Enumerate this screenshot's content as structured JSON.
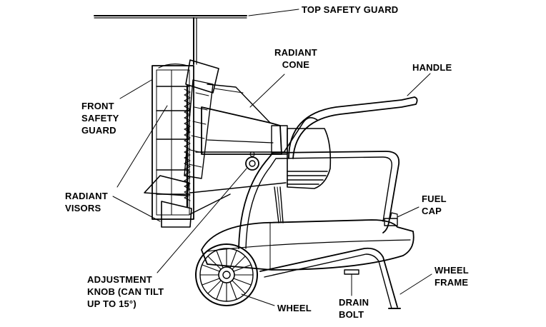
{
  "labels": {
    "top_safety_guard": "TOP SAFETY GUARD",
    "radiant_cone": [
      "RADIANT",
      "CONE"
    ],
    "handle": "HANDLE",
    "front_safety_guard": [
      "FRONT",
      "SAFETY",
      "GUARD"
    ],
    "radiant_visors": [
      "RADIANT",
      "VISORS"
    ],
    "fuel_cap": [
      "FUEL",
      "CAP"
    ],
    "adjustment_knob": [
      "ADJUSTMENT",
      "KNOB (CAN TILT",
      "UP TO 15°)"
    ],
    "wheel_frame": [
      "WHEEL",
      "FRAME"
    ],
    "drain_bolt": [
      "DRAIN",
      "BOLT"
    ],
    "wheel": "WHEEL"
  },
  "colors": {
    "ink": "#000000",
    "background": "#ffffff"
  }
}
